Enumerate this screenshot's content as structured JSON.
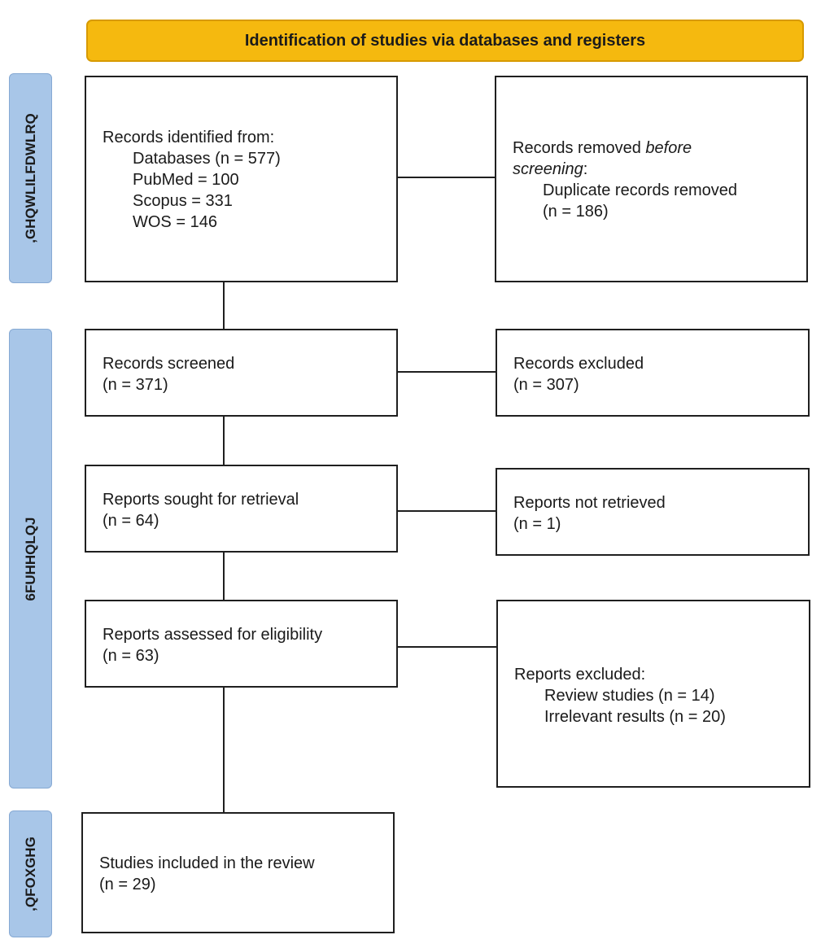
{
  "header": {
    "title": "Identification of studies via databases and registers"
  },
  "phases": {
    "identification": ",GHQWLILFDWLRQ",
    "screening": "6FUHHQLQJ",
    "included": ",QFOXGHG"
  },
  "boxes": {
    "records_identified": {
      "title": "Records identified from:",
      "lines": [
        "Databases (n = 577)",
        "PubMed = 100",
        "Scopus = 331",
        "WOS = 146"
      ]
    },
    "records_removed": {
      "title_start": "Records removed ",
      "title_italic_1": "before",
      "title_italic_2": "screening",
      "title_colon": ":",
      "lines": [
        "Duplicate records removed",
        "(n = 186)"
      ]
    },
    "records_screened": {
      "title": "Records screened",
      "count": "(n = 371)"
    },
    "records_excluded": {
      "title": "Records excluded",
      "count": "(n = 307)"
    },
    "reports_sought": {
      "title": "Reports sought for retrieval",
      "count": "(n = 64)"
    },
    "reports_not_retrieved": {
      "title": "Reports not retrieved",
      "count": "(n = 1)"
    },
    "reports_assessed": {
      "title": "Reports assessed for eligibility",
      "count": "(n = 63)"
    },
    "reports_excluded": {
      "title": "Reports excluded:",
      "lines": [
        "Review studies (n = 14)",
        "Irrelevant results (n = 20)"
      ]
    },
    "studies_included": {
      "title": "Studies included in the review",
      "count": "(n = 29)"
    }
  }
}
